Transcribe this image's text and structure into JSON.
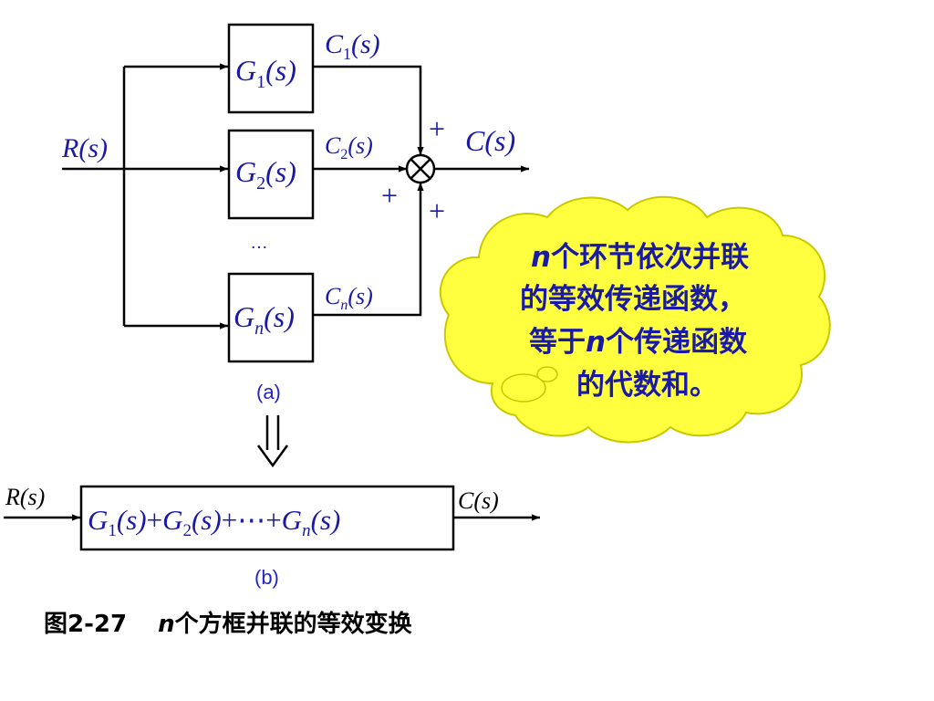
{
  "colors": {
    "math_blue": "#1a1aa6",
    "line_black": "#000000",
    "cloud_fill": "#ffff40",
    "cloud_stroke": "#c9c900",
    "label_blue": "#2323c8"
  },
  "diagram_a": {
    "input": "R(s)",
    "output": "C(s)",
    "blocks": [
      {
        "label": "G",
        "sub": "1",
        "arg": "(s)",
        "out_label": "C",
        "out_sub": "1",
        "out_arg": "(s)"
      },
      {
        "label": "G",
        "sub": "2",
        "arg": "(s)",
        "out_label": "C",
        "out_sub": "2",
        "out_arg": "(s)"
      },
      {
        "label": "G",
        "sub": "n",
        "arg": "(s)",
        "out_label": "C",
        "out_sub": "n",
        "out_arg": "(s)"
      }
    ],
    "ellipsis": "…",
    "signs": [
      "+",
      "+",
      "+"
    ],
    "caption": "(a)",
    "summing_junction_icon": "circle-cross-icon"
  },
  "transform_arrow_icon": "double-down-arrow-icon",
  "diagram_b": {
    "input": "R(s)",
    "output": "C(s)",
    "expression": {
      "g1": "G",
      "g1_sub": "1",
      "g1_arg": "(s)",
      "plus1": "+",
      "g2": "G",
      "g2_sub": "2",
      "g2_arg": "(s)",
      "plus2": "+",
      "dots": "⋯",
      "plus3": "+",
      "gn": "G",
      "gn_sub": "n",
      "gn_arg": "(s)"
    },
    "caption": "(b)"
  },
  "callout": {
    "line1_var": "n",
    "line1_rest": "个环节依次并联",
    "line2": "的等效传递函数，",
    "line3_pre": "等于",
    "line3_var": "n",
    "line3_post": "个传递函数",
    "line4": "的代数和。"
  },
  "figure_caption": {
    "number": "图2-27",
    "var": "n",
    "text": "个方框并联的等效变换"
  }
}
